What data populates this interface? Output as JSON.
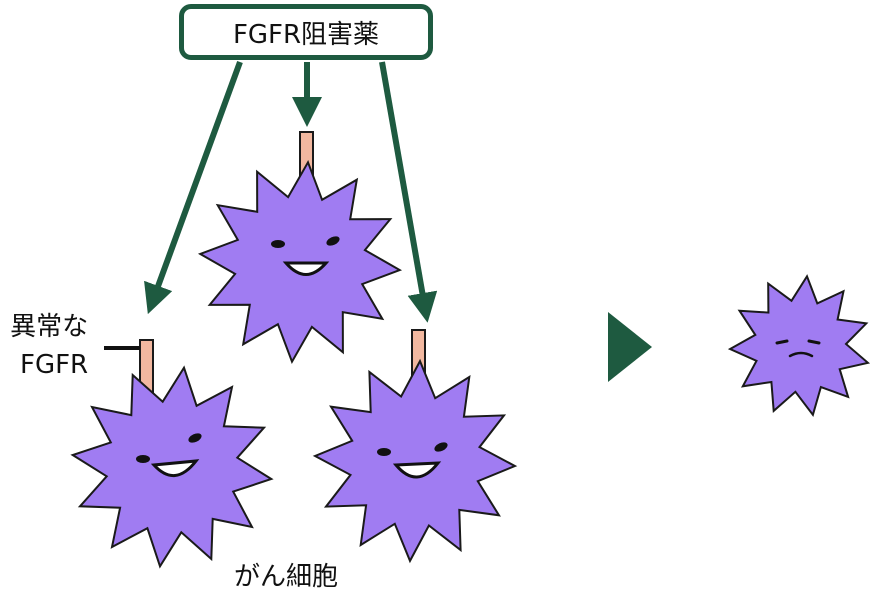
{
  "drug": {
    "label": "FGFR阻害薬"
  },
  "receptor": {
    "label_line1": "異常な",
    "label_line2": "FGFR"
  },
  "cells": {
    "label": "がん細胞"
  },
  "colors": {
    "arrow": "#1e5a40",
    "cell_fill": "#a07cf2",
    "cell_stroke": "#1a1a1a",
    "receptor_fill": "#f2b8a0"
  }
}
